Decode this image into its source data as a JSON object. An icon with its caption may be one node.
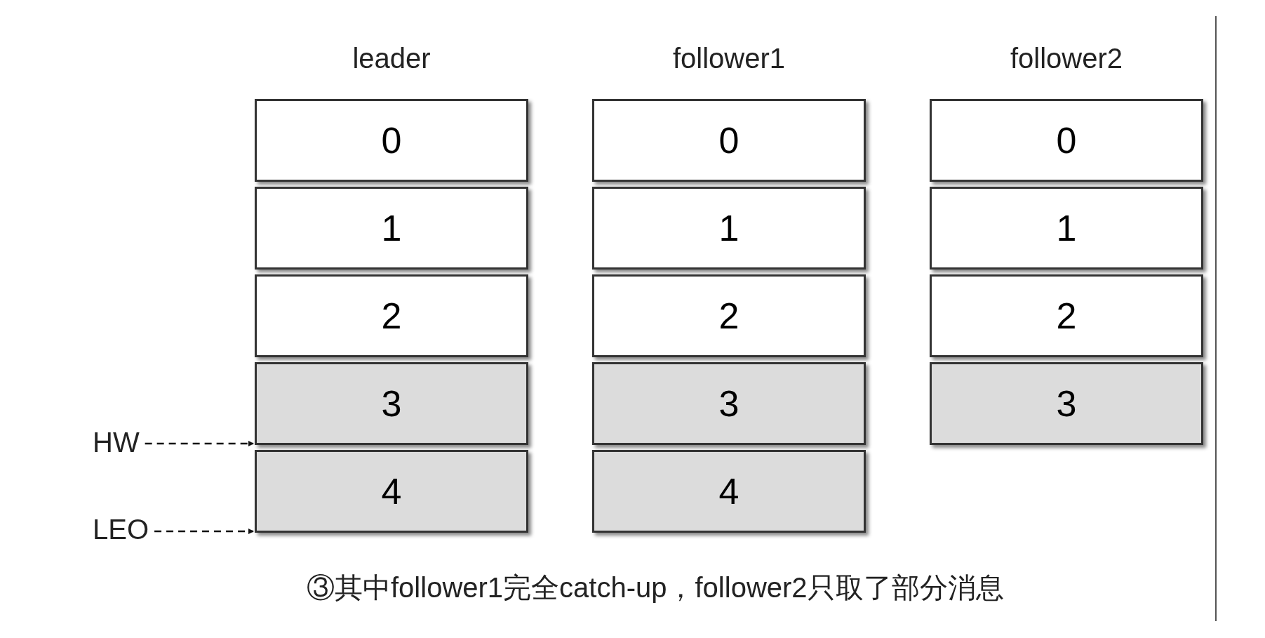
{
  "diagram": {
    "caption": "③其中follower1完全catch-up，follower2只取了部分消息",
    "nodes": [
      {
        "text": [
          "leader"
        ]
      },
      {
        "text": [
          "0"
        ],
        "in": 0
      },
      {
        "text": [
          "1"
        ],
        "in": 0
      },
      {
        "text": [
          "2"
        ],
        "in": 0
      },
      {
        "text": [
          "3"
        ],
        "in": 0
      },
      {
        "text": [
          "4"
        ],
        "in": 0
      },
      {
        "text": [
          "follower1"
        ]
      },
      {
        "text": [
          "0"
        ],
        "in": 6
      },
      {
        "text": [
          "1"
        ],
        "in": 6
      },
      {
        "text": [
          "2"
        ],
        "in": 6
      },
      {
        "text": [
          "3"
        ],
        "in": 6
      },
      {
        "text": [
          "4"
        ],
        "in": 6
      },
      {
        "text": [
          "follower2"
        ]
      },
      {
        "text": [
          "0"
        ],
        "in": 12
      },
      {
        "text": [
          "1"
        ],
        "in": 12
      },
      {
        "text": [
          "2"
        ],
        "in": 12
      },
      {
        "text": [
          "3"
        ],
        "in": 12
      },
      {
        "text": [
          "HW"
        ]
      },
      {
        "text": [
          "LEO"
        ]
      }
    ],
    "edges": [
      {
        "from": 17,
        "to": 4,
        "arrow": "to",
        "style": "dashed"
      },
      {
        "from": 18,
        "to": 5,
        "arrow": "to",
        "style": "dashed"
      }
    ]
  }
}
